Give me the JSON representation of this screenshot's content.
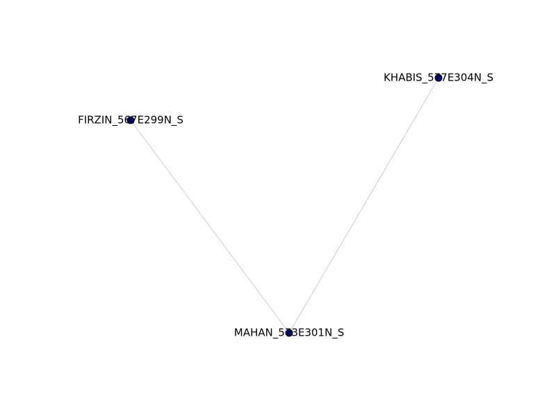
{
  "graph": {
    "nodes": [
      {
        "id": "FIRZIN_567E299N_S",
        "label": "FIRZIN_567E299N_S"
      },
      {
        "id": "KHABIS_577E304N_S",
        "label": "KHABIS_577E304N_S"
      },
      {
        "id": "MAHAN_573E301N_S",
        "label": "MAHAN_573E301N_S"
      }
    ],
    "edges": [
      {
        "source": "FIRZIN_567E299N_S",
        "target": "MAHAN_573E301N_S"
      },
      {
        "source": "KHABIS_577E304N_S",
        "target": "MAHAN_573E301N_S"
      }
    ],
    "colors": {
      "node_fill": "#000080",
      "node_stroke": "#000000",
      "edge": "#cccccc",
      "label": "#000000"
    }
  }
}
